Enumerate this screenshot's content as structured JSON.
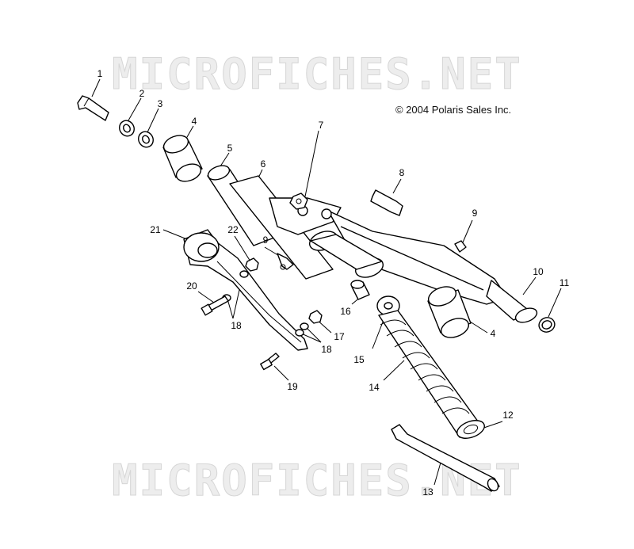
{
  "watermark": "MICROFICHES.NET",
  "copyright": "© 2004 Polaris Sales Inc.",
  "callouts": [
    {
      "id": "c1",
      "label": "1"
    },
    {
      "id": "c2",
      "label": "2"
    },
    {
      "id": "c3",
      "label": "3"
    },
    {
      "id": "c4a",
      "label": "4"
    },
    {
      "id": "c5",
      "label": "5"
    },
    {
      "id": "c6",
      "label": "6"
    },
    {
      "id": "c7",
      "label": "7"
    },
    {
      "id": "c8",
      "label": "8"
    },
    {
      "id": "c9a",
      "label": "9"
    },
    {
      "id": "c9b",
      "label": "9"
    },
    {
      "id": "c10",
      "label": "10"
    },
    {
      "id": "c11",
      "label": "11"
    },
    {
      "id": "c4b",
      "label": "4"
    },
    {
      "id": "c12",
      "label": "12"
    },
    {
      "id": "c13",
      "label": "13"
    },
    {
      "id": "c14",
      "label": "14"
    },
    {
      "id": "c15",
      "label": "15"
    },
    {
      "id": "c16",
      "label": "16"
    },
    {
      "id": "c17",
      "label": "17"
    },
    {
      "id": "c18a",
      "label": "18"
    },
    {
      "id": "c18b",
      "label": "18"
    },
    {
      "id": "c19",
      "label": "19"
    },
    {
      "id": "c20",
      "label": "20"
    },
    {
      "id": "c21",
      "label": "21"
    },
    {
      "id": "c22",
      "label": "22"
    }
  ]
}
